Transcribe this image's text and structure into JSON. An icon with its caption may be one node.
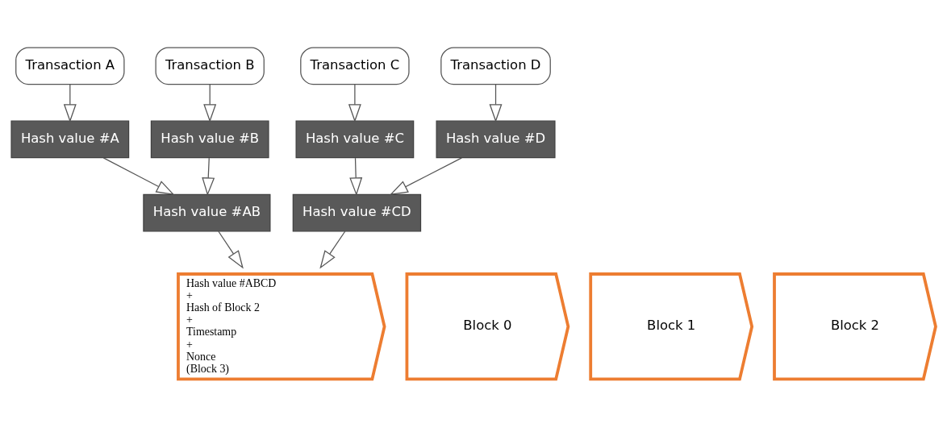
{
  "diagram": {
    "nodes": [
      {
        "text": [
          "Transaction A"
        ]
      },
      {
        "text": [
          "Transaction B"
        ]
      },
      {
        "text": [
          "Transaction C"
        ]
      },
      {
        "text": [
          "Transaction D"
        ]
      },
      {
        "text": [
          "Hash value #A"
        ]
      },
      {
        "text": [
          "Hash value #B"
        ]
      },
      {
        "text": [
          "Hash value #C"
        ]
      },
      {
        "text": [
          "Hash value #D"
        ]
      },
      {
        "text": [
          "Hash value #AB"
        ]
      },
      {
        "text": [
          "Hash value #CD"
        ]
      },
      {
        "text": [
          "Block 0"
        ]
      },
      {
        "text": [
          "Block 1"
        ]
      },
      {
        "text": [
          "Block 2"
        ]
      },
      {
        "text": [
          "Hash value #ABCD",
          "+",
          "Hash of Block 2",
          "+",
          "Timestamp",
          "+",
          "Nonce",
          "(Block 3)"
        ]
      }
    ],
    "edges": [
      {
        "from": 0,
        "to": 4,
        "arrow": "to"
      },
      {
        "from": 1,
        "to": 5,
        "arrow": "to"
      },
      {
        "from": 2,
        "to": 6,
        "arrow": "to"
      },
      {
        "from": 3,
        "to": 7,
        "arrow": "to"
      },
      {
        "from": 4,
        "to": 8,
        "arrow": "to"
      },
      {
        "from": 5,
        "to": 8,
        "arrow": "to"
      },
      {
        "from": 6,
        "to": 9,
        "arrow": "to"
      },
      {
        "from": 7,
        "to": 9,
        "arrow": "to"
      },
      {
        "from": 8,
        "to": 13,
        "arrow": "to"
      },
      {
        "from": 9,
        "to": 13,
        "arrow": "to"
      }
    ]
  }
}
